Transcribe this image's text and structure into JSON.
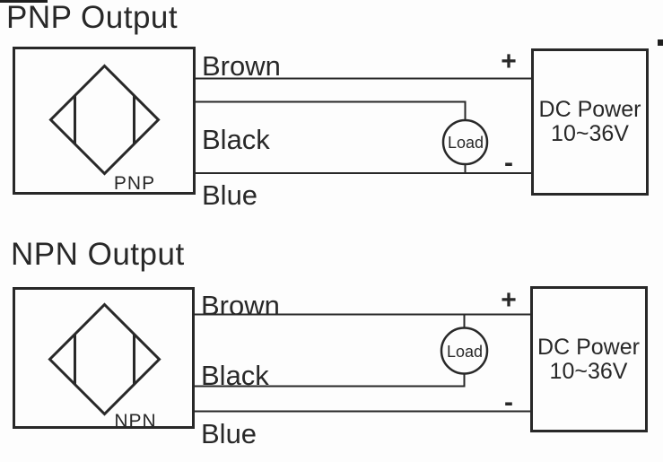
{
  "colors": {
    "ink": "#282828",
    "background": "#fdfdfd"
  },
  "diagrams": [
    {
      "title": "PNP Output",
      "sensor_type": "PNP",
      "wire_labels": {
        "brown": "Brown",
        "black": "Black",
        "blue": "Blue"
      },
      "load_label": "Load",
      "power_supply": {
        "name": "DC Power",
        "voltage": "10~36V",
        "positive": "+",
        "negative": "-"
      }
    },
    {
      "title": "NPN Output",
      "sensor_type": "NPN",
      "wire_labels": {
        "brown": "Brown",
        "black": "Black",
        "blue": "Blue"
      },
      "load_label": "Load",
      "power_supply": {
        "name": "DC Power",
        "voltage": "10~36V",
        "positive": "+",
        "negative": "-"
      }
    }
  ]
}
